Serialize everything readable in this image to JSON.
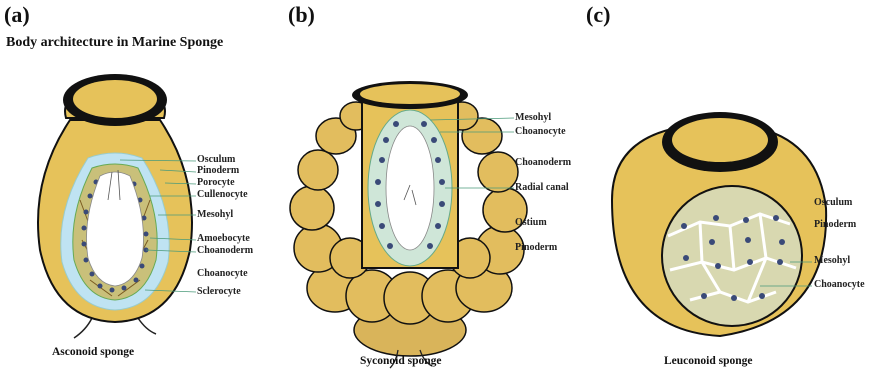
{
  "panels": {
    "a": {
      "letter": "(a)",
      "title": "Body architecture in Marine Sponge",
      "caption": "Asconoid sponge",
      "labels": [
        "Osculum",
        "Pinoderm",
        "Porocyte",
        "Cullenocyte",
        "Mesohyl",
        "Amoebocyte",
        "Choanoderm",
        "Choanocyte",
        "Sclerocyte"
      ]
    },
    "b": {
      "letter": "(b)",
      "caption": "Syconoid sponge",
      "labels": [
        "Mesohyl",
        "Choanocyte",
        "Choanoderm",
        "Radial canal",
        "Ostium",
        "Pinoderm"
      ]
    },
    "c": {
      "letter": "(c)",
      "caption": "Leuconoid sponge",
      "labels": [
        "Osculum",
        "Pinoderm",
        "Mesohyl",
        "Choanocyte"
      ]
    }
  },
  "colors": {
    "body": "#e6c25a",
    "body_dark": "#c9a23c",
    "outline": "#111111",
    "spongocoel_blue": "#bfe3f2",
    "mesohyl_fill": "#dcdcb4",
    "choanocyte": "#3a4a78"
  }
}
